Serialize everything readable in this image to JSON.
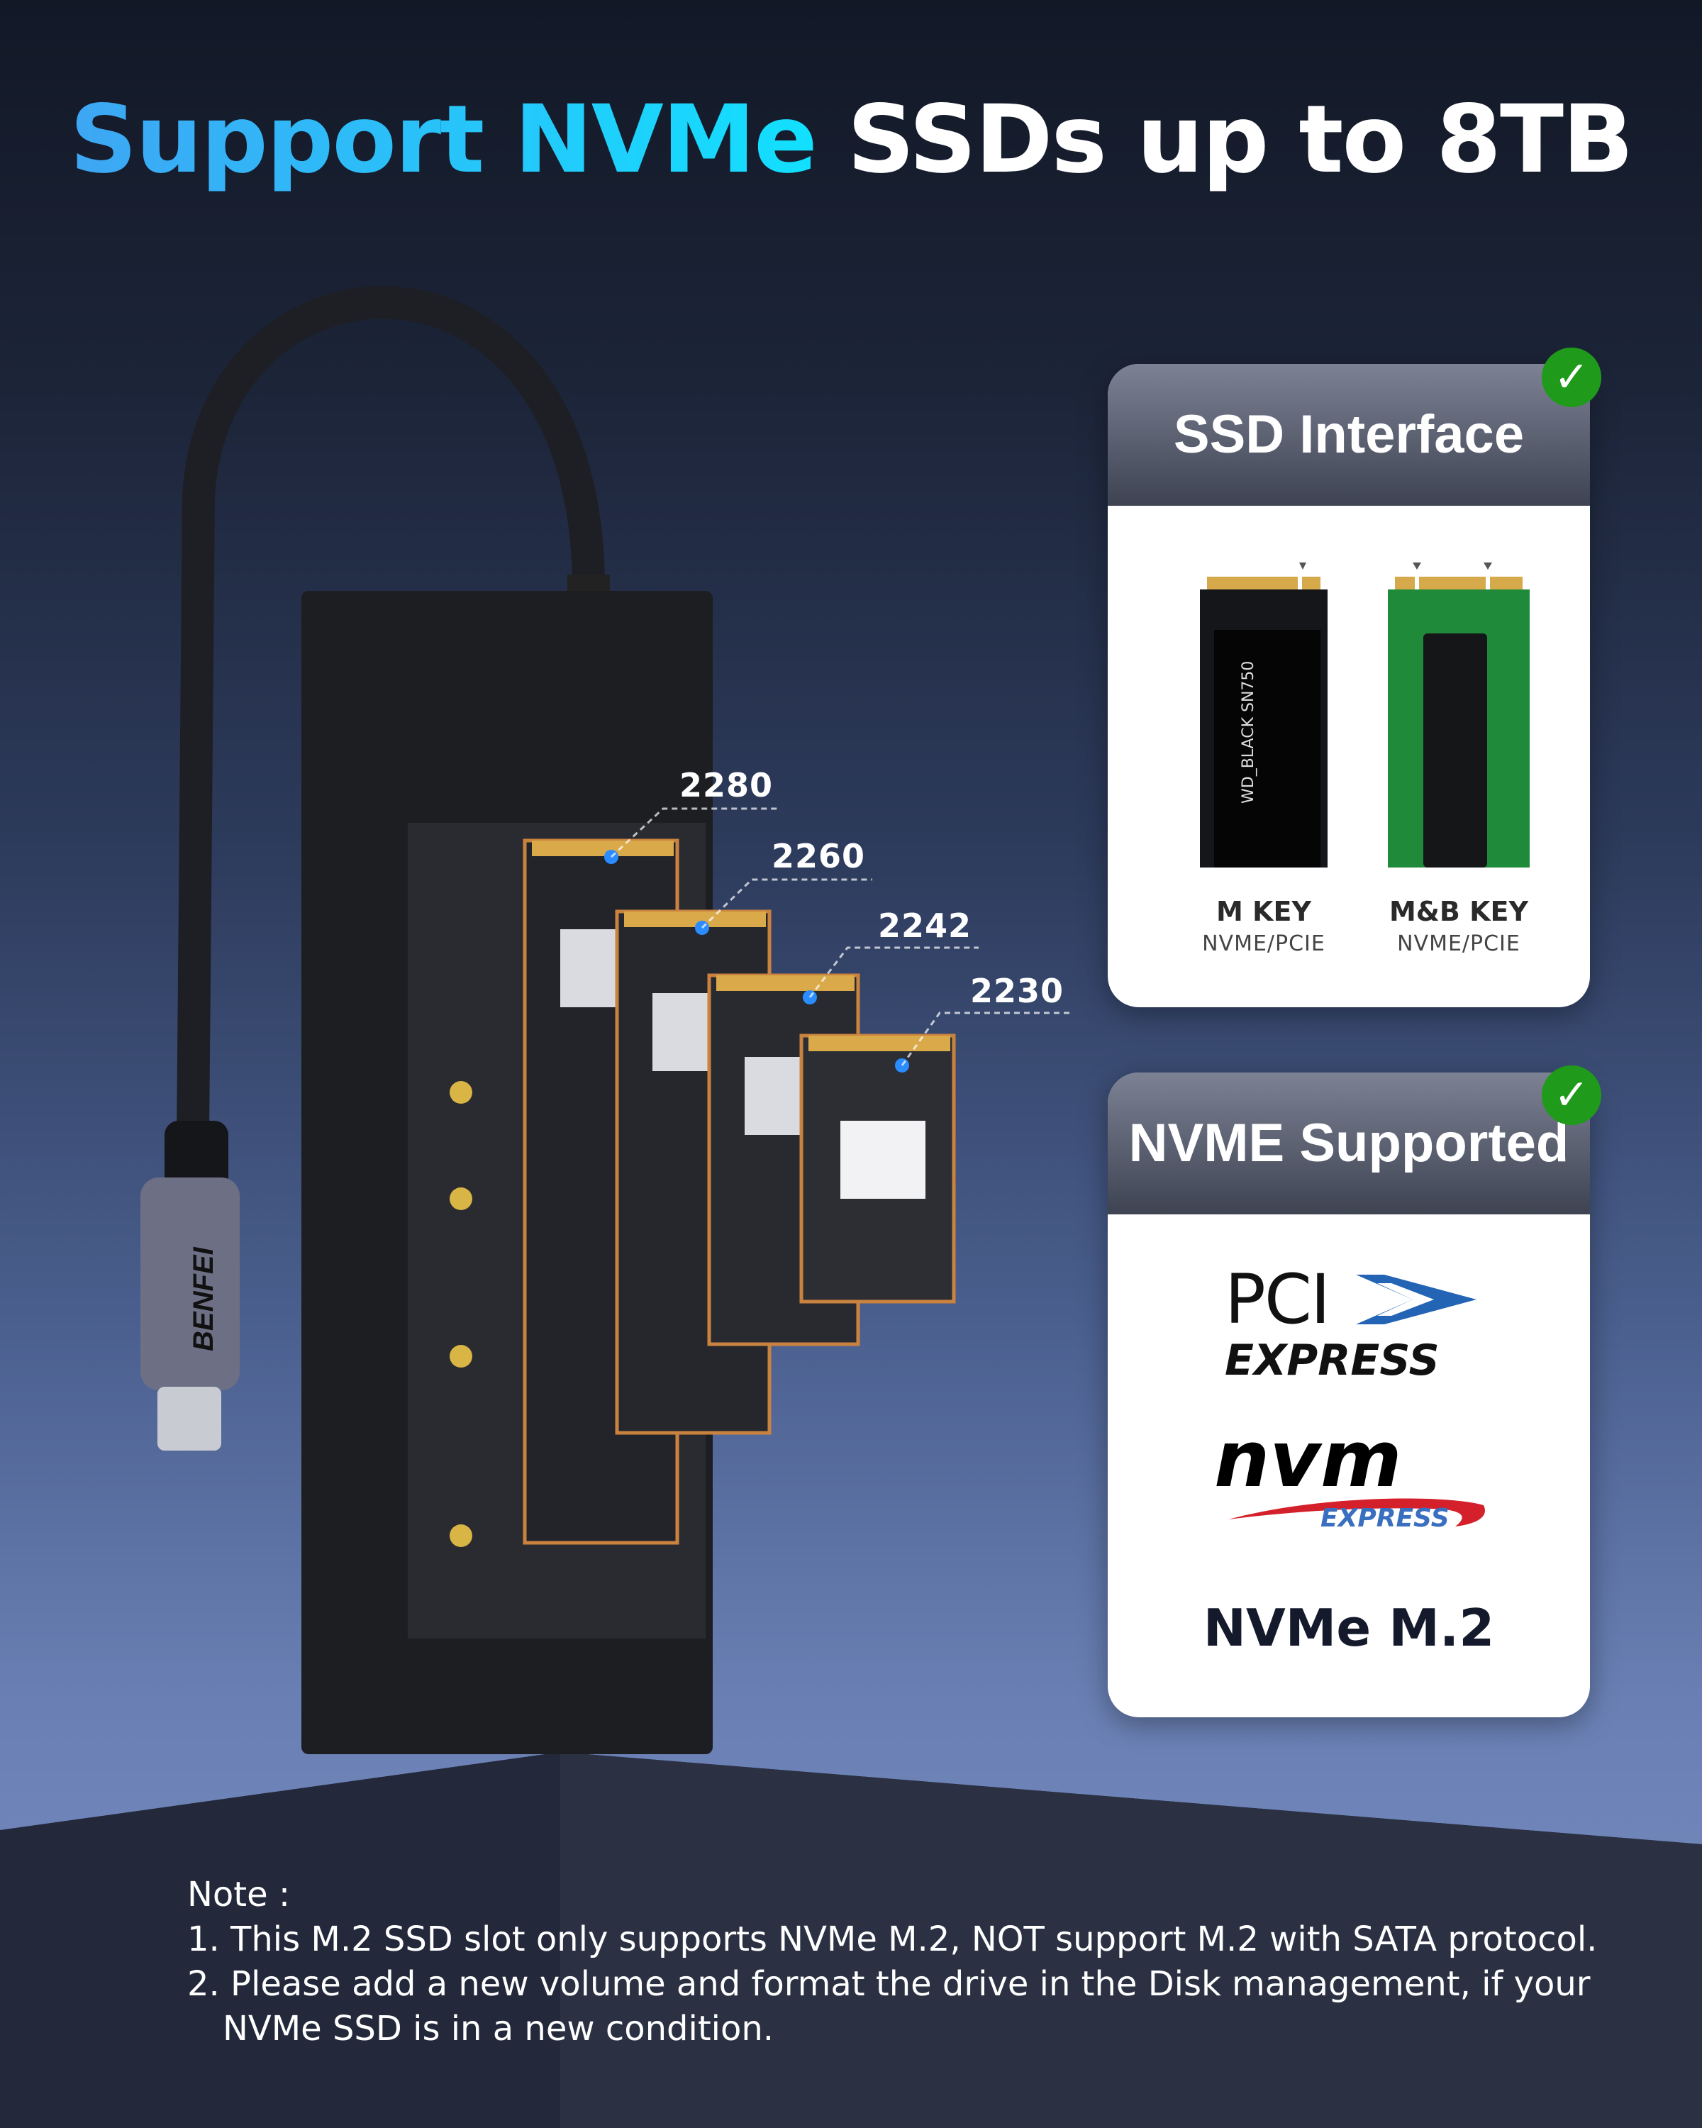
{
  "header": {
    "title_highlight": "Support NVMe",
    "title_rest": "SSDs up to 8TB"
  },
  "device": {
    "brand": "BENFEI"
  },
  "ssd_sizes": [
    "2280",
    "2260",
    "2242",
    "2230"
  ],
  "interface_card": {
    "title": "SSD Interface",
    "status_icon": "check-icon",
    "items": [
      {
        "key": "M KEY",
        "protocol": "NVME/PCIE",
        "label_text": "WD_BLACK SN750"
      },
      {
        "key": "M&B KEY",
        "protocol": "NVME/PCIE"
      }
    ]
  },
  "nvme_card": {
    "title": "NVME Supported",
    "status_icon": "check-icon",
    "logo_pci": "PCI",
    "logo_pci_express": "EXPRESS",
    "logo_nvm": "nvm",
    "logo_nvm_express": "EXPRESS",
    "caption": "NVMe M.2"
  },
  "note": {
    "heading": "Note :",
    "lines": [
      "1. This M.2 SSD slot only supports NVMe M.2, NOT support M.2 with SATA protocol.",
      "2. Please add a new volume and format the drive in the Disk management, if your",
      "NVMe SSD is in a new condition."
    ]
  },
  "colors": {
    "accent_from": "#3ea6f4",
    "accent_to": "#12e0ff",
    "check": "#1f9a1a",
    "card_header": "#4a4f5e"
  }
}
